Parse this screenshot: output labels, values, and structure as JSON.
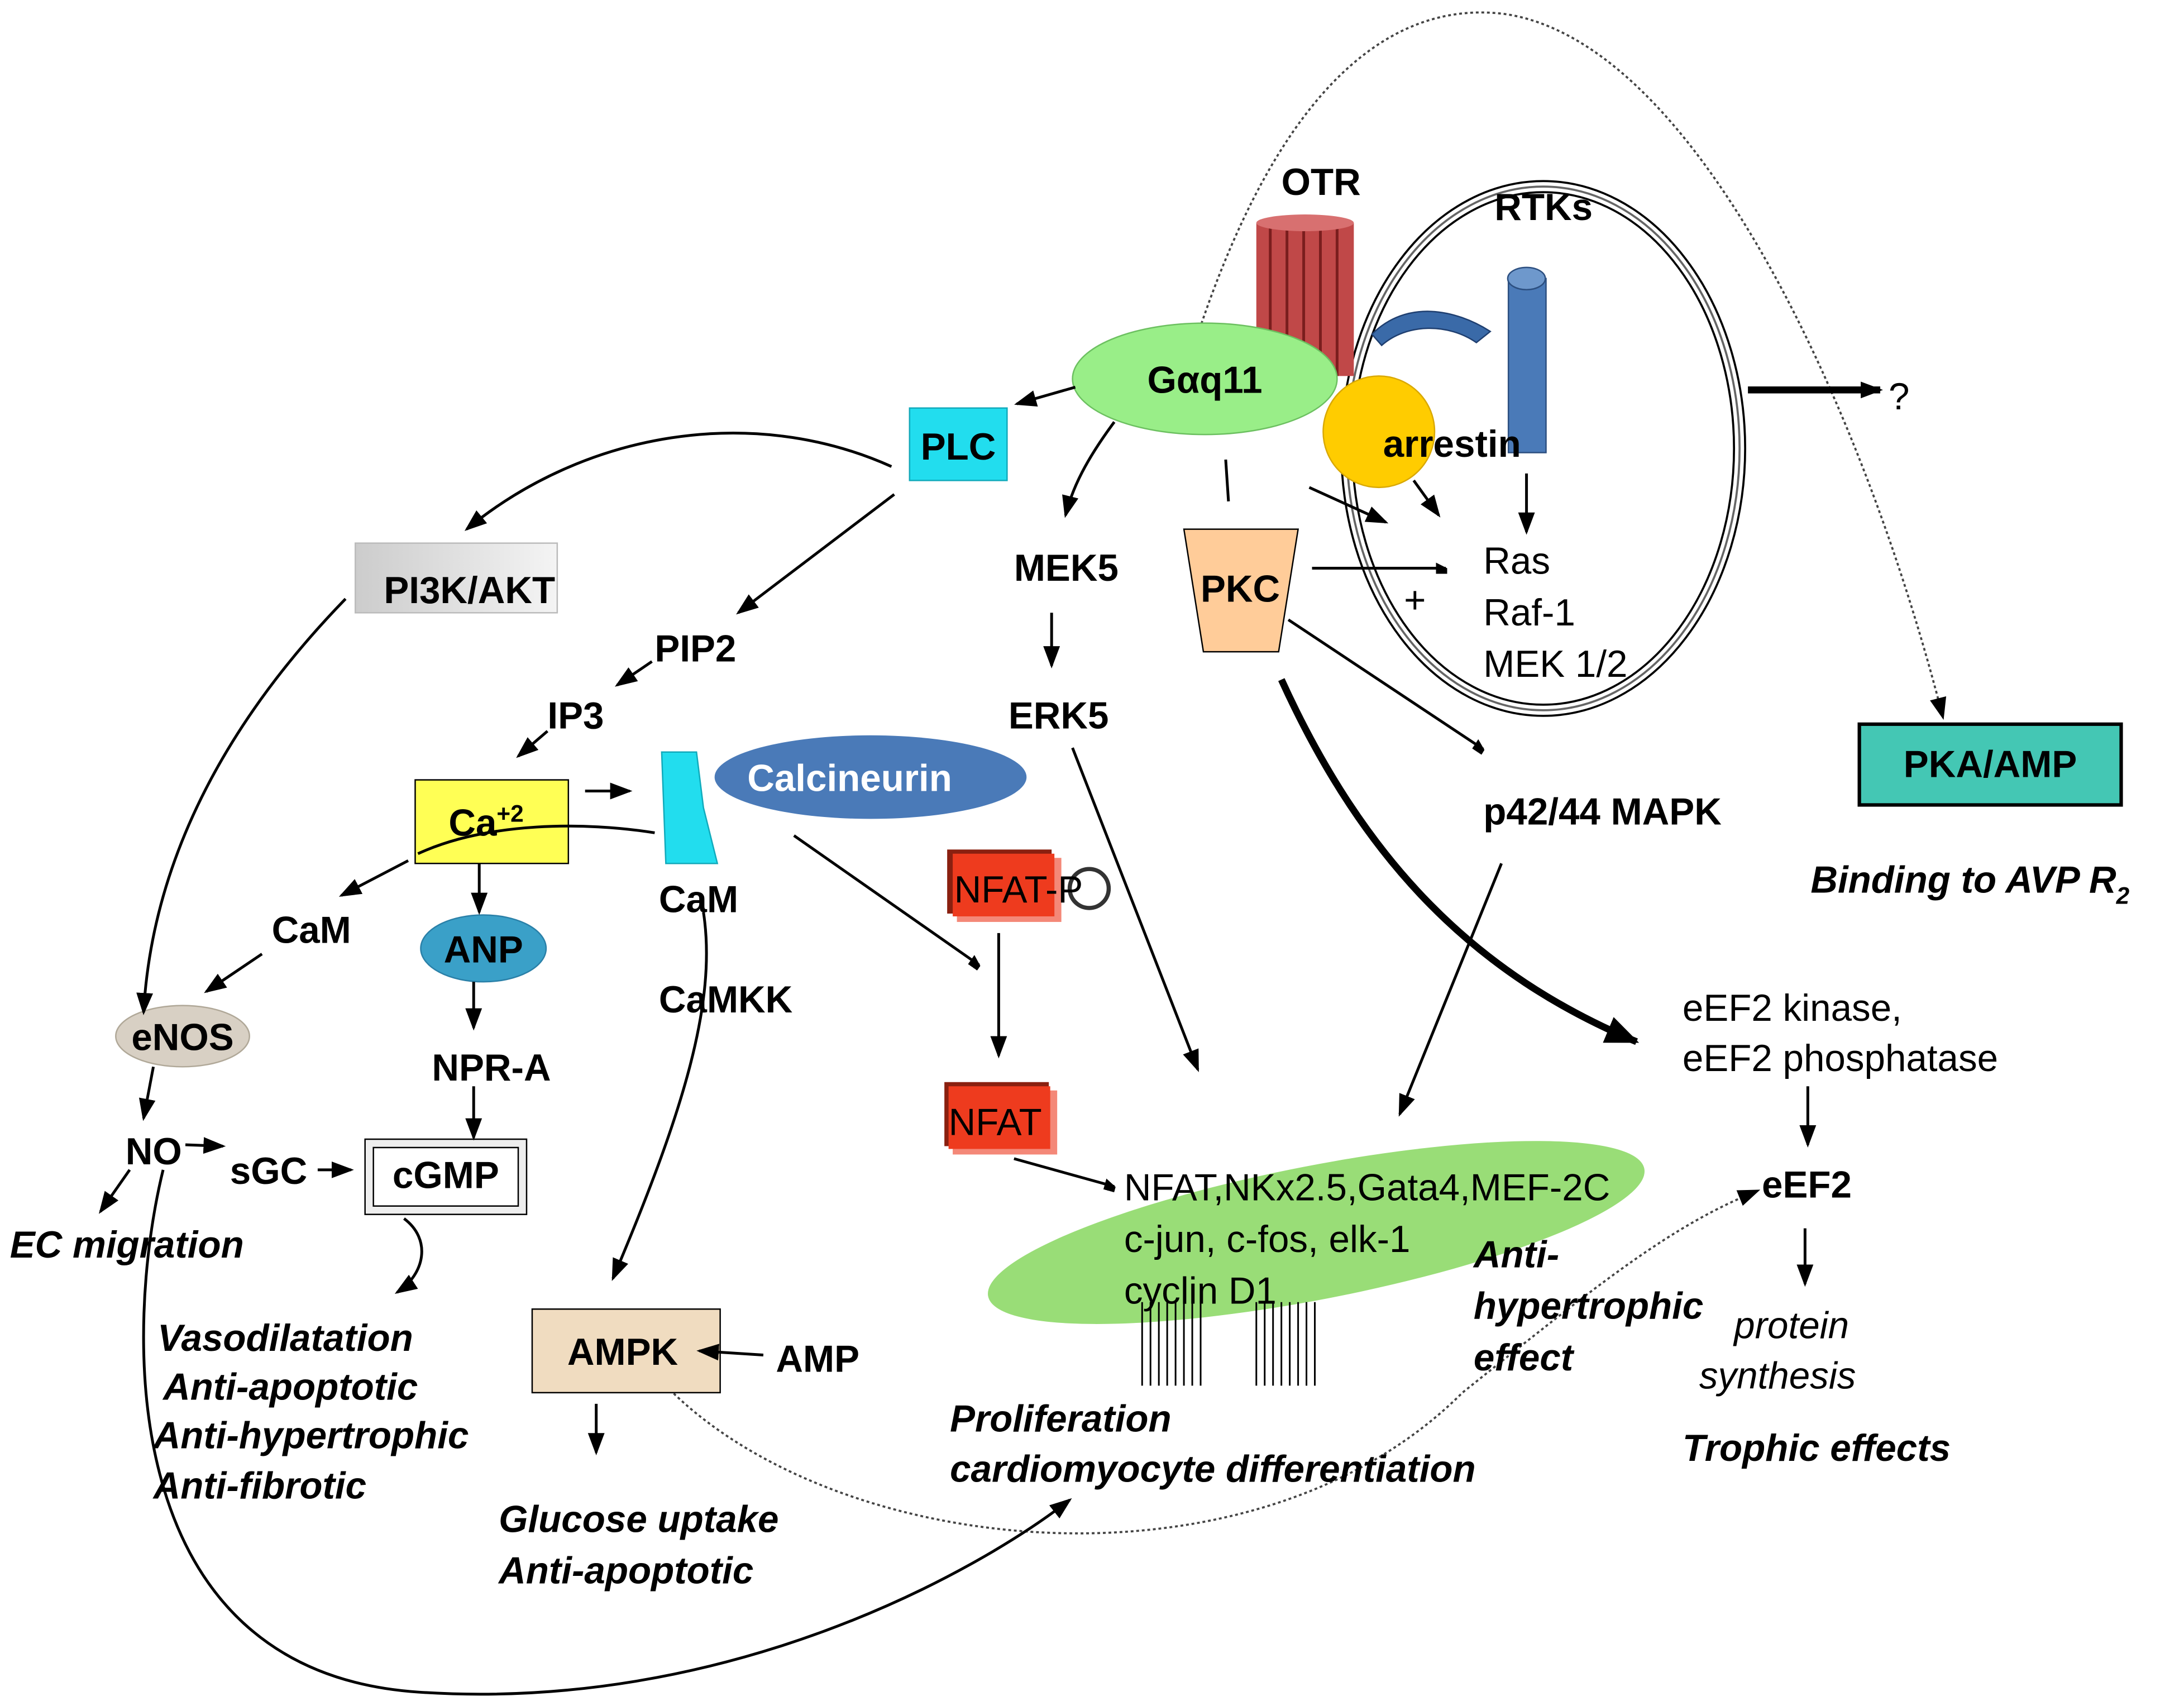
{
  "nodes": {
    "otr": "OTR",
    "rtks": "RTKs",
    "gaq11": "Gαq11",
    "arrestin": "arrestin",
    "plc": "PLC",
    "pi3k_akt": "PI3K/AKT",
    "pip2": "PIP2",
    "ip3": "IP3",
    "ca": "Ca",
    "ca_sup": "+2",
    "calcineurin": "Calcineurin",
    "cam_channel": "CaM",
    "camkk": "CaMKK",
    "cam_left": "CaM",
    "anp": "ANP",
    "enos": "eNOS",
    "npr_a": "NPR-A",
    "no": "NO",
    "sgc": "sGC",
    "cgmp": "cGMP",
    "ampk": "AMPK",
    "amp": "AMP",
    "mek5": "MEK5",
    "erk5": "ERK5",
    "pkc": "PKC",
    "ras": "Ras",
    "raf1": "Raf-1",
    "mek12": "MEK 1/2",
    "plus": "+",
    "p4244": "p42/44 MAPK",
    "pka_amp": "PKA/AMP",
    "question": "?",
    "nfat_p": "NFAT-P",
    "nfat": "NFAT",
    "tf_line1": "NFAT,NKx2.5,Gata4,MEF-2C",
    "tf_line2": "c-jun, c-fos, elk-1",
    "tf_line3": "cyclin D1",
    "eef2_kinase": "eEF2 kinase,",
    "eef2_phosphatase": "eEF2 phosphatase",
    "eef2": "eEF2"
  },
  "effects": {
    "ec_migration": "EC migration",
    "vaso": [
      "Vasodilatation",
      "Anti-apoptotic",
      "Anti-hypertrophic",
      "Anti-fibrotic"
    ],
    "ampk_effects": [
      "Glucose uptake",
      "Anti-apoptotic"
    ],
    "proliferation": [
      "Proliferation",
      "cardiomyocyte differentiation"
    ],
    "anti_hypertrophic": [
      "Anti-",
      "hypertrophic",
      "effect"
    ],
    "protein_synthesis": [
      "protein",
      "synthesis"
    ],
    "trophic": "Trophic effects",
    "binding": "Binding to AVP R",
    "binding_sub": "2"
  },
  "colors": {
    "gaq11": "#99ee88",
    "arrestin": "#ffcc00",
    "plc": "#22ddee",
    "ca": "#ffff55",
    "calcineurin": "#4a7ab8",
    "anp": "#3aa0c8",
    "enos": "#d8d0c4",
    "ampk": "#f0dcc0",
    "pkc": "#ffcc99",
    "pka": "#44c7b4",
    "nfat": "#ee3b1e",
    "nucleus": "#99dd77",
    "otr": "#c04848",
    "rtk": "#4a7ab8"
  }
}
